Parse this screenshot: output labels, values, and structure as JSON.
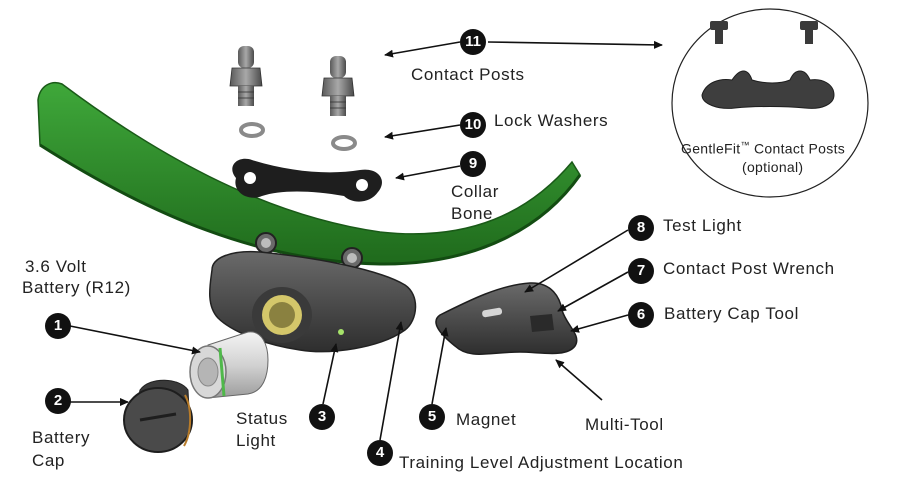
{
  "callouts": [
    {
      "num": "1",
      "label": ""
    },
    {
      "num": "2",
      "label": "Battery Cap"
    },
    {
      "num": "3",
      "label": "Status Light"
    },
    {
      "num": "4",
      "label": "Training Level Adjustment Location"
    },
    {
      "num": "5",
      "label": "Magnet"
    },
    {
      "num": "6",
      "label": "Battery Cap Tool"
    },
    {
      "num": "7",
      "label": "Contact Post Wrench"
    },
    {
      "num": "8",
      "label": "Test Light"
    },
    {
      "num": "9",
      "label": "Collar Bone"
    },
    {
      "num": "10",
      "label": "Lock Washers"
    },
    {
      "num": "11",
      "label": "Contact Posts"
    }
  ],
  "battery_label_line1": "3.6 Volt",
  "battery_label_line2": "Battery (R12)",
  "battery_cap_line1": "Battery",
  "battery_cap_line2": "Cap",
  "status_line1": "Status",
  "status_line2": "Light",
  "collar_line1": "Collar",
  "collar_line2": "Bone",
  "multitool_label": "Multi-Tool",
  "gentlefit_title": "GentleFit",
  "gentlefit_tm": "™",
  "gentlefit_rest": " Contact Posts",
  "gentlefit_note": "(optional)",
  "colors": {
    "strap_green": "#2f8f2c",
    "strap_dark": "#1f6a1c",
    "device_gray": "#4a4a4a",
    "badge": "#111111"
  }
}
